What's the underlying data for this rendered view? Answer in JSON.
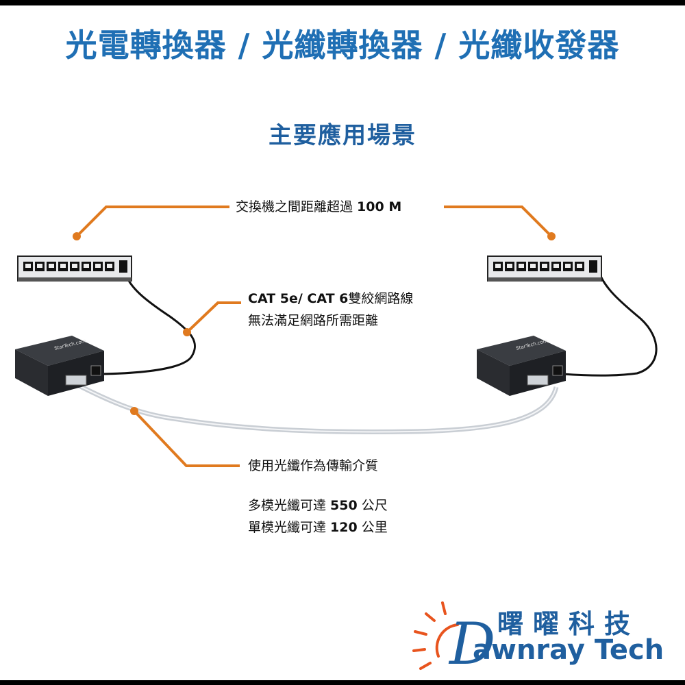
{
  "title": "光電轉換器 / 光纖轉換器 / 光纖收發器",
  "subtitle": "主要應用場景",
  "labels": {
    "distance": {
      "text": "交換機之間距離超過 ",
      "bold": "100 M"
    },
    "cable_line1_bold": "CAT 5e/ CAT 6",
    "cable_line1_text": "雙絞網路線",
    "cable_line2": "無法滿足網路所需距離",
    "fiber_medium": "使用光纖作為傳輸介質",
    "multimode": {
      "text1": "多模光纖可達 ",
      "bold": "550",
      "text2": " 公尺"
    },
    "singlemode": {
      "text1": "單模光纖可達 ",
      "bold": "120",
      "text2": " 公里"
    }
  },
  "device_brand": "StarTech.com",
  "logo": {
    "chinese": "曙曜科技",
    "d_letter": "D",
    "english": "awnray Tech"
  },
  "colors": {
    "title": "#1f6fb4",
    "callout": "#e07a1f",
    "fiber": "#d9dde2",
    "cable": "#111111"
  },
  "icons": [
    "switch-icon",
    "media-converter-icon",
    "sun-logo-icon"
  ]
}
